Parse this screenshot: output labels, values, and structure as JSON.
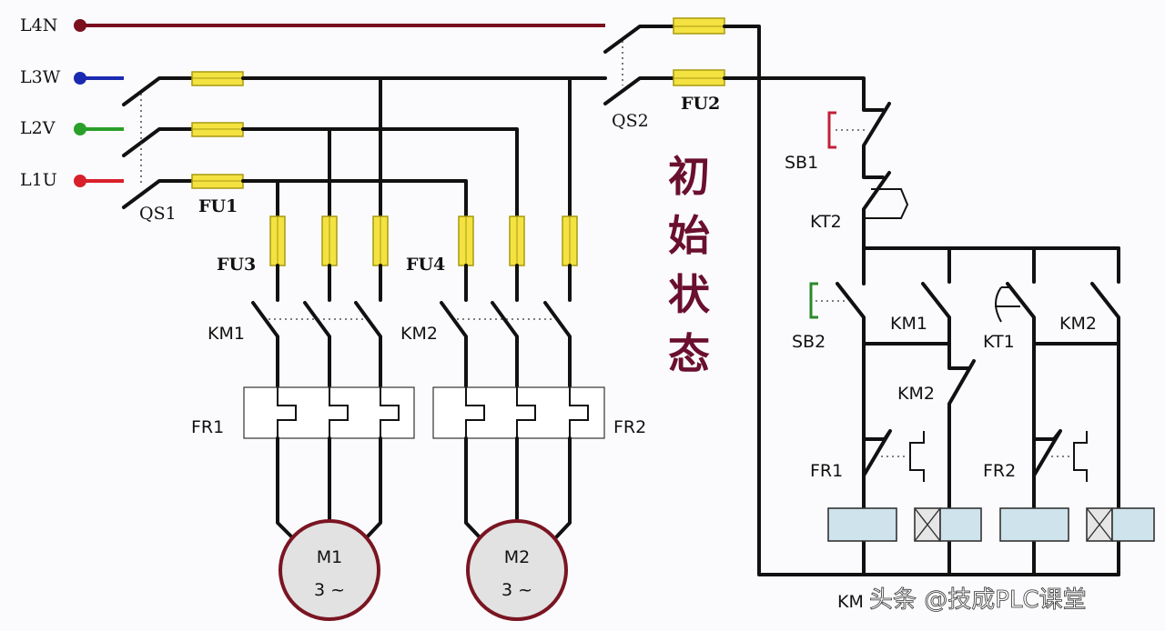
{
  "diagram": {
    "title_chars": [
      "初",
      "始",
      "状",
      "态"
    ],
    "title_color": "#6a0f2e",
    "phases": [
      {
        "label": "L4N",
        "color": "#7a0f1e"
      },
      {
        "label": "L3W",
        "color": "#1a2ab0"
      },
      {
        "label": "L2V",
        "color": "#2aa02a"
      },
      {
        "label": "L1U",
        "color": "#d8202a"
      }
    ],
    "main_circuit": {
      "main_switch": "QS1",
      "main_fuse": "FU1",
      "branch_fuses": [
        "FU3",
        "FU4"
      ],
      "contactors": [
        "KM1",
        "KM2"
      ],
      "overloads": [
        "FR1",
        "FR2"
      ],
      "motors": [
        {
          "name": "M1",
          "type": "3 ~"
        },
        {
          "name": "M2",
          "type": "3 ~"
        }
      ]
    },
    "control_circuit": {
      "switch": "QS2",
      "fuse": "FU2",
      "stop_button": "SB1",
      "start_button": "SB2",
      "timer_contacts": [
        "KT2",
        "KT1"
      ],
      "contacts": [
        "KM1",
        "KM2",
        "KM2"
      ],
      "overload_contacts": [
        "FR1",
        "FR2"
      ],
      "coil_label_partial": "KM"
    },
    "colors": {
      "fuse": "#f4e241",
      "coil": "#cfe3ec",
      "motor_ring": "#7a1522",
      "stop_button": "#c0203a",
      "start_button": "#2a8a2a"
    },
    "watermark": "头条 @技成PLC课堂"
  }
}
